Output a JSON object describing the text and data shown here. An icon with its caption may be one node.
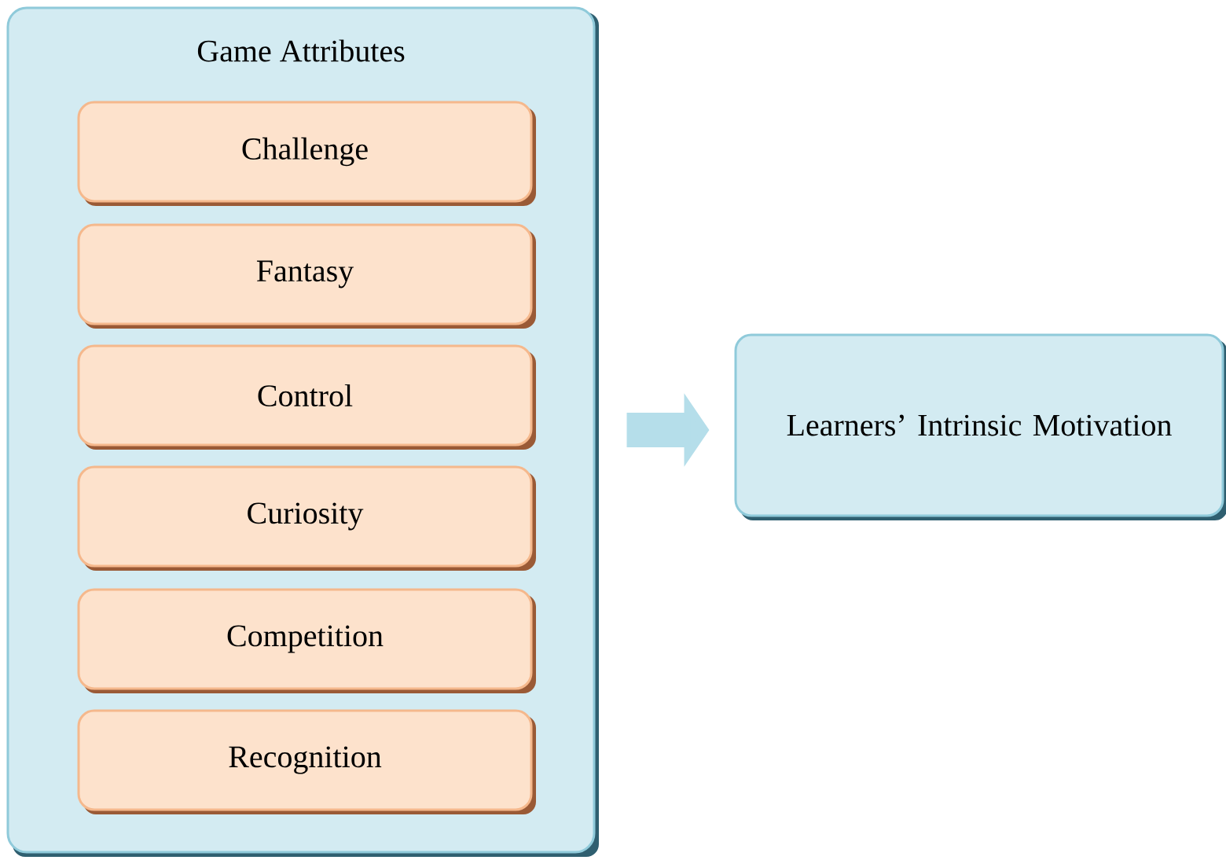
{
  "diagram": {
    "nodes": [
      {
        "text": [
          "Game Attributes"
        ]
      },
      {
        "text": [
          "Challenge"
        ],
        "in": 0
      },
      {
        "text": [
          "Fantasy"
        ],
        "in": 0
      },
      {
        "text": [
          "Control"
        ],
        "in": 0
      },
      {
        "text": [
          "Curiosity"
        ],
        "in": 0
      },
      {
        "text": [
          "Competition"
        ],
        "in": 0
      },
      {
        "text": [
          "Recognition"
        ],
        "in": 0
      },
      {
        "text": [
          "Learners’ Intrinsic Motivation"
        ]
      }
    ],
    "edges": [
      {
        "from": 0,
        "to": 7,
        "arrow": "to"
      }
    ]
  }
}
